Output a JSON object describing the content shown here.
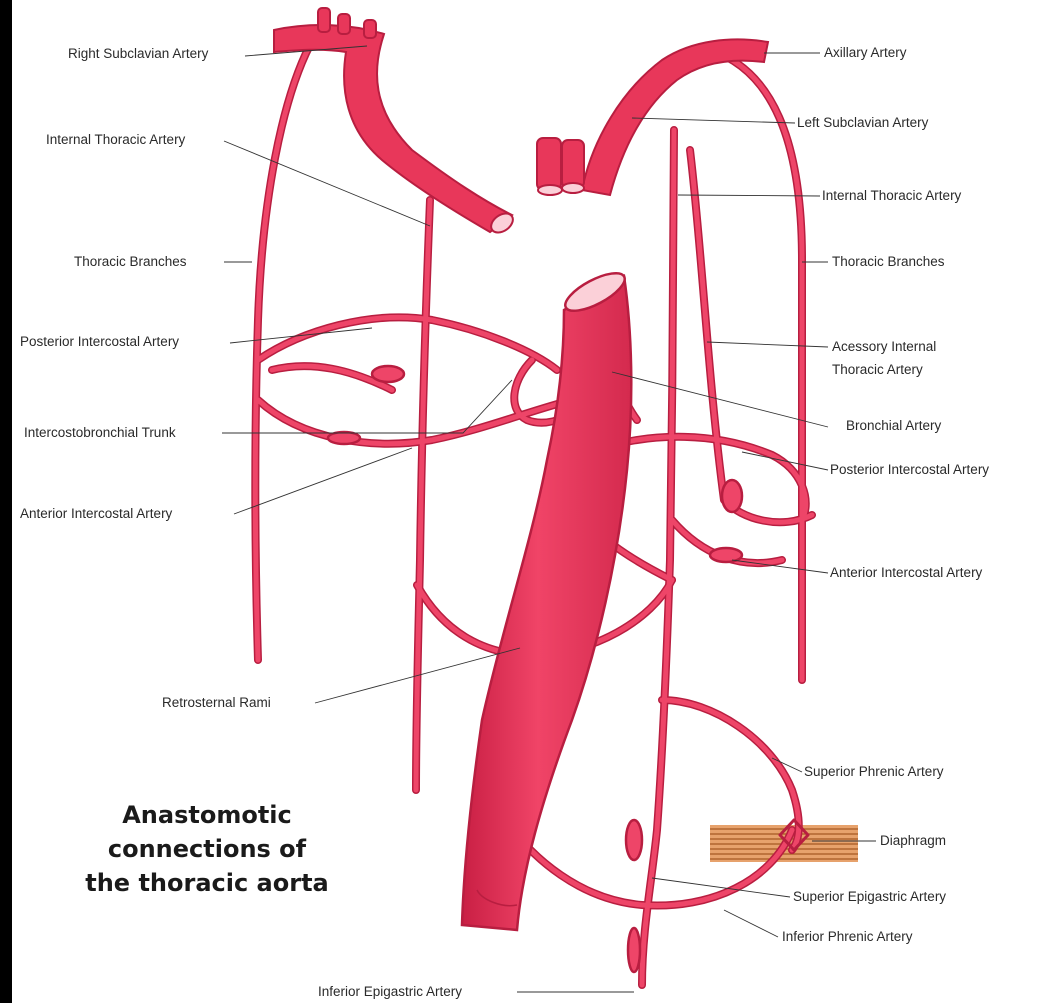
{
  "caption": {
    "lines": [
      "Anastomotic",
      "connections of",
      "the thoracic aorta"
    ]
  },
  "labels": {
    "right_subclavian_artery": "Right Subclavian Artery",
    "internal_thoracic_artery_right": "Internal Thoracic Artery",
    "thoracic_branches_right": "Thoracic Branches",
    "posterior_intercostal_artery_right": "Posterior  Intercostal Artery",
    "intercostobronchial_trunk": "Intercostobronchial Trunk",
    "anterior_intercostal_artery_right": "Anterior Intercostal Artery",
    "retrosternal_rami": "Retrosternal Rami",
    "axillary_artery": "Axillary Artery",
    "left_subclavian_artery": "Left Subclavian Artery",
    "internal_thoracic_artery_left": "Internal Thoracic Artery",
    "thoracic_branches_left": "Thoracic Branches",
    "accessory_internal_thoracic_line1": "Acessory Internal",
    "accessory_internal_thoracic_line2": "Thoracic Artery",
    "bronchial_artery": "Bronchial Artery",
    "posterior_intercostal_artery_left": "Posterior Intercostal Artery",
    "anterior_intercostal_artery_left": "Anterior Intercostal Artery",
    "superior_phrenic_artery": "Superior Phrenic Artery",
    "diaphragm": "Diaphragm",
    "superior_epigastric_artery": "Superior Epigastric Artery",
    "inferior_phrenic_artery": "Inferior Phrenic Artery",
    "inferior_epigastric_artery": "Inferior Epigastric Artery"
  },
  "colors": {
    "artery_fill": "#e8375a",
    "artery_outline": "#b81e40",
    "diaphragm": "#d98a4a",
    "background": "#ffffff",
    "frame": "#000000"
  }
}
